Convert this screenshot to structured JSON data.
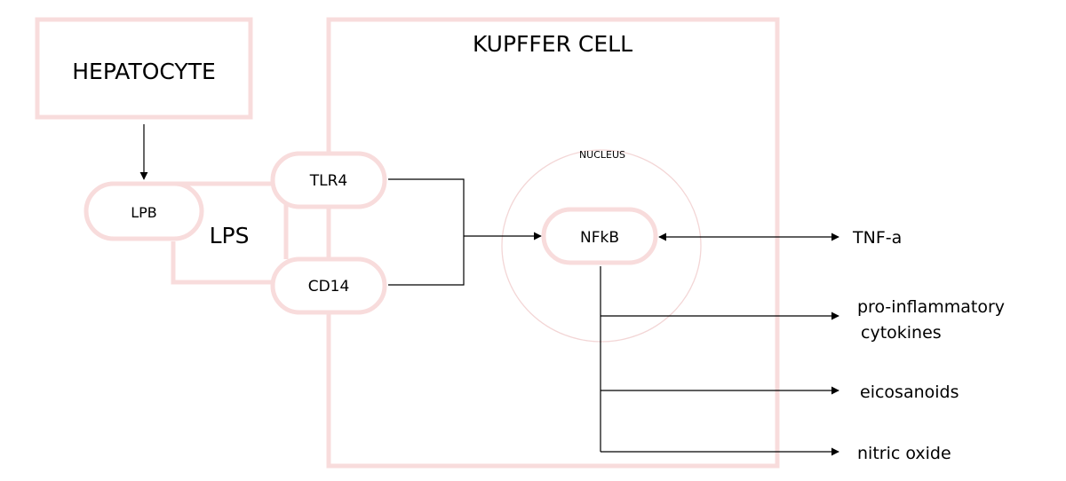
{
  "diagram": {
    "hepatocyte": "HEPATOCYTE",
    "kupffer_cell": "KUPFFER CELL",
    "nucleus": "NUCLEUS",
    "lpb": "LPB",
    "lps": "LPS",
    "tlr4": "TLR4",
    "cd14": "CD14",
    "nfkb": "NFkB",
    "outputs": {
      "tnf": "TNF-a",
      "cytokines_line1": "pro-inflammatory",
      "cytokines_line2": "cytokines",
      "eicosanoids": "eicosanoids",
      "nitric_oxide": "nitric oxide"
    }
  },
  "colors": {
    "box_border": "#f8dcdc",
    "nucleus_border": "#f3d6d6",
    "arrow": "#000000"
  }
}
